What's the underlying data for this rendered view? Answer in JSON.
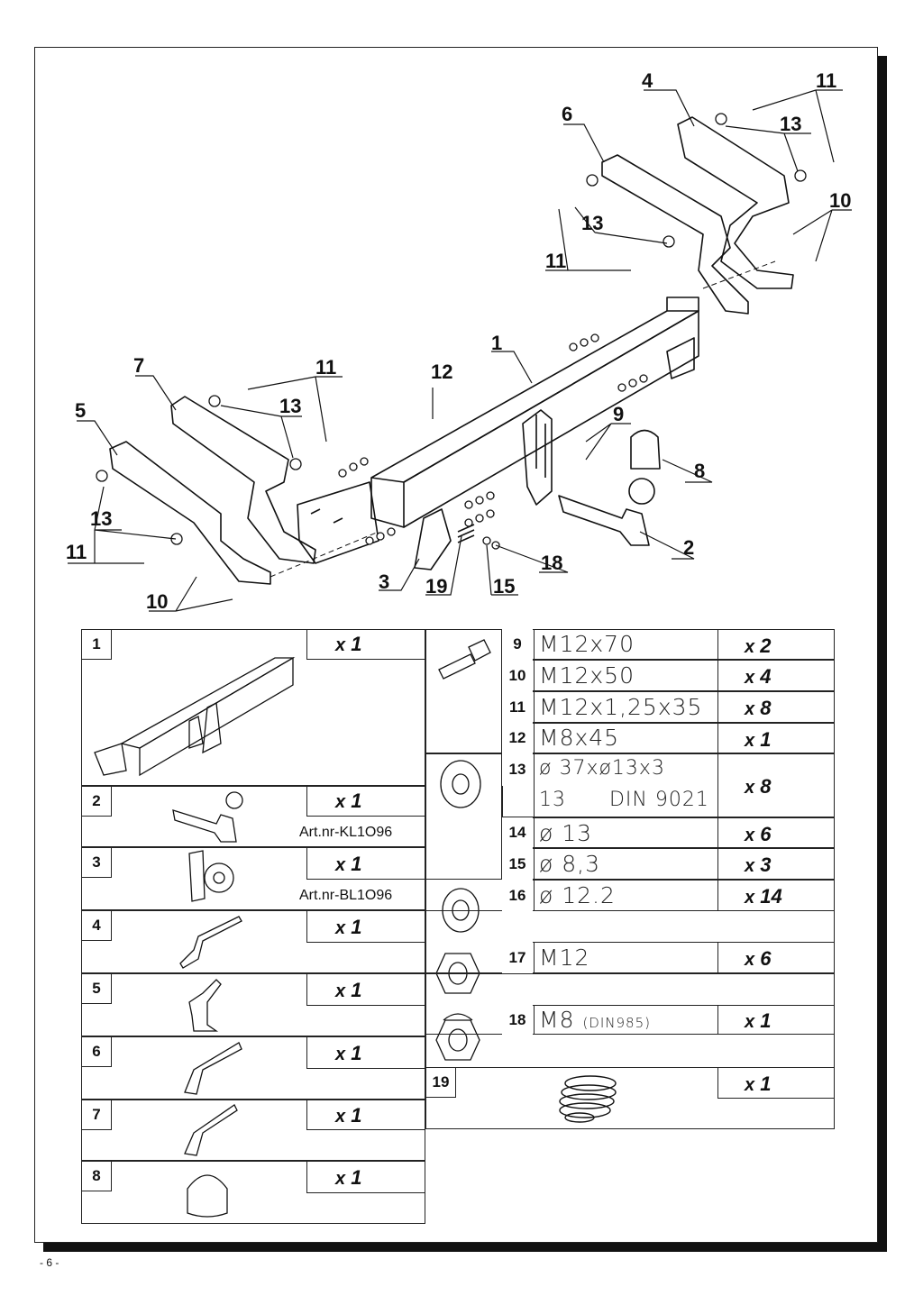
{
  "page_number": "- 6 -",
  "callouts": [
    "1",
    "2",
    "3",
    "4",
    "5",
    "6",
    "7",
    "8",
    "9",
    "10",
    "11",
    "12",
    "13",
    "15",
    "18",
    "19"
  ],
  "parts": [
    {
      "no": "1",
      "qty": "1",
      "art": ""
    },
    {
      "no": "2",
      "qty": "1",
      "art": "Art.nr-KL1O96"
    },
    {
      "no": "3",
      "qty": "1",
      "art": "Art.nr-BL1O96"
    },
    {
      "no": "4",
      "qty": "1",
      "art": ""
    },
    {
      "no": "5",
      "qty": "1",
      "art": ""
    },
    {
      "no": "6",
      "qty": "1",
      "art": ""
    },
    {
      "no": "7",
      "qty": "1",
      "art": ""
    },
    {
      "no": "8",
      "qty": "1",
      "art": ""
    }
  ],
  "hardware": [
    {
      "no": "9",
      "spec": "M12x70",
      "qty": "2"
    },
    {
      "no": "10",
      "spec": "M12x50",
      "qty": "4"
    },
    {
      "no": "11",
      "spec": "M12x1,25x35",
      "qty": "8"
    },
    {
      "no": "12",
      "spec": "M8x45",
      "qty": "1"
    },
    {
      "no": "13",
      "spec": "ø 37xø13x3",
      "spec2": "13      DIN 9021",
      "qty": "8"
    },
    {
      "no": "14",
      "spec": "ø 13",
      "qty": "6"
    },
    {
      "no": "15",
      "spec": "ø 8,3",
      "qty": "3"
    },
    {
      "no": "16",
      "spec": "ø 12.2",
      "qty": "14"
    },
    {
      "no": "17",
      "spec": "M12",
      "qty": "6"
    },
    {
      "no": "18",
      "spec": "M8",
      "spec_small": "(DIN985)",
      "qty": "1"
    },
    {
      "no": "19",
      "spec": "",
      "qty": "1"
    }
  ],
  "qty_prefix": "x"
}
